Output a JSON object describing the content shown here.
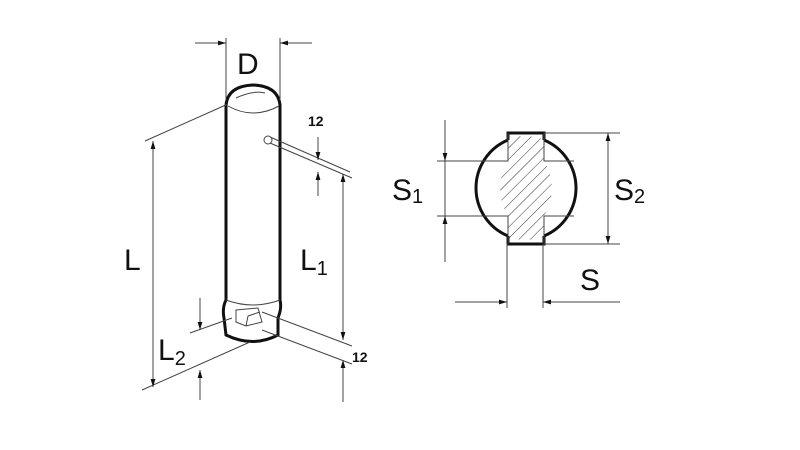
{
  "pin": {
    "diameter_label": "D",
    "length_label": "L",
    "length1_label": "L",
    "length1_sub": "1",
    "length2_label": "L",
    "length2_sub": "2",
    "hole_top_label": "12",
    "hole_bottom_label": "12"
  },
  "section": {
    "s1_label": "S",
    "s1_sub": "1",
    "s2_label": "S",
    "s2_sub": "2",
    "s_label": "S"
  }
}
